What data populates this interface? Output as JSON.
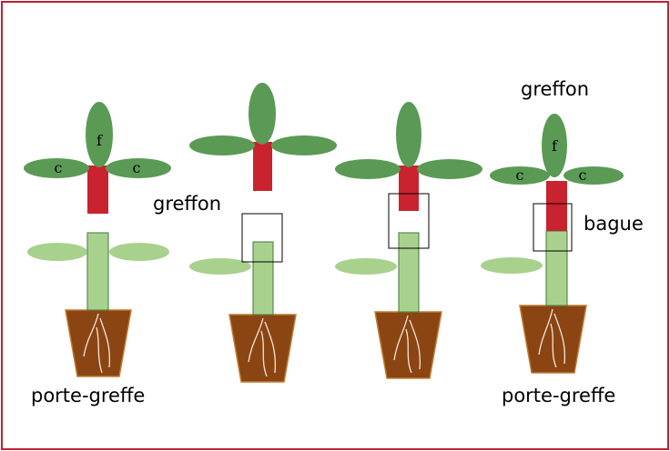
{
  "labels": {
    "porte_greffe_1": "porte-greffe",
    "greffon_2": "greffon",
    "greffon_4": "greffon",
    "bague_4": "bague",
    "porte_greffe_4": "porte-greffe"
  },
  "leaf_letters": {
    "cotyledon": "c",
    "leaf": "f"
  },
  "colors": {
    "frame": "#c02030",
    "dark_green": "#5a9a55",
    "light_green": "#a9d18e",
    "red_stem": "#c8232e",
    "pot": "#8b4513",
    "pot_edge": "#c07a30",
    "stem_outline": "#3d7a3d"
  }
}
